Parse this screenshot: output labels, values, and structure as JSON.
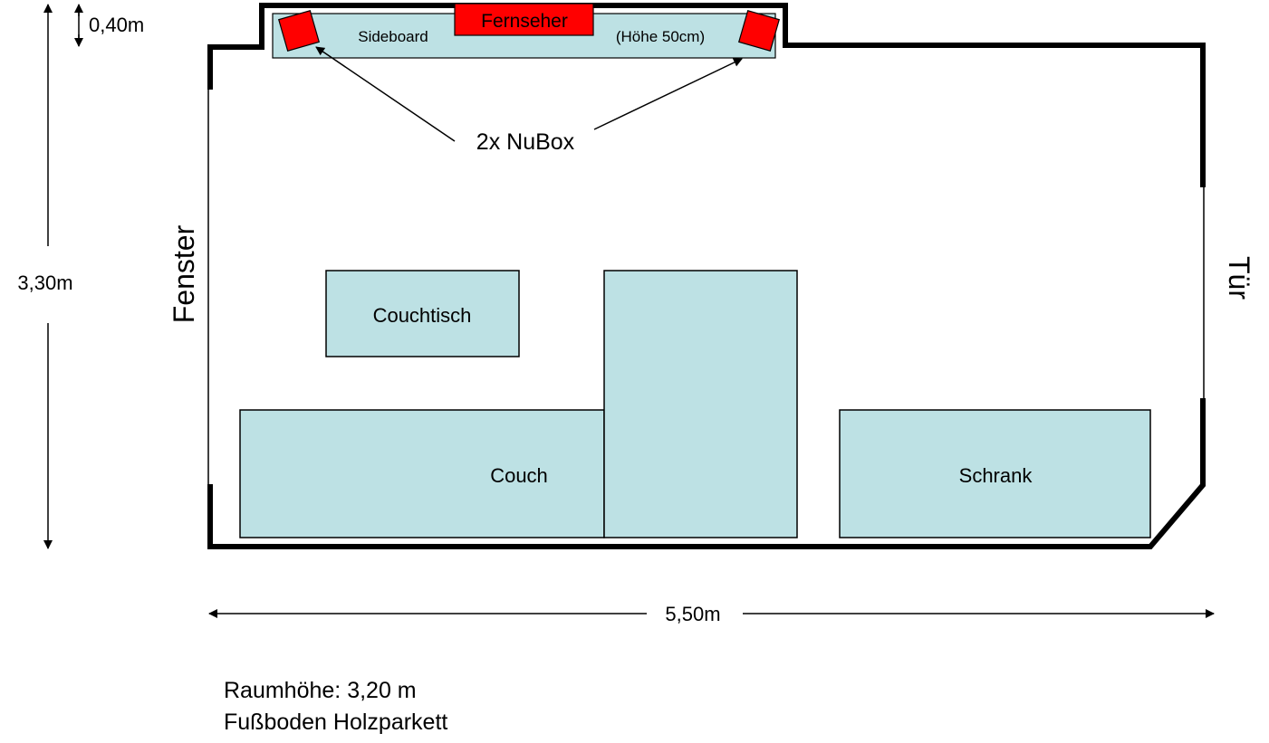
{
  "labels": {
    "sideboard": "Sideboard",
    "fernseher": "Fernseher",
    "hoehe": "(Höhe 50cm)",
    "nubox": "2x NuBox",
    "fenster": "Fenster",
    "tuer": "Tür",
    "couchtisch": "Couchtisch",
    "couch": "Couch",
    "schrank": "Schrank"
  },
  "dimensions": {
    "depth_small": "0,40m",
    "height": "3,30m",
    "width": "5,50m"
  },
  "notes": {
    "room_height": "Raumhöhe: 3,20 m",
    "floor": "Fußboden Holzparkett"
  },
  "colors": {
    "furniture_fill": "#bde1e4",
    "speaker_fill": "#ff0000",
    "tv_fill": "#ff0000",
    "wall": "#000000"
  }
}
